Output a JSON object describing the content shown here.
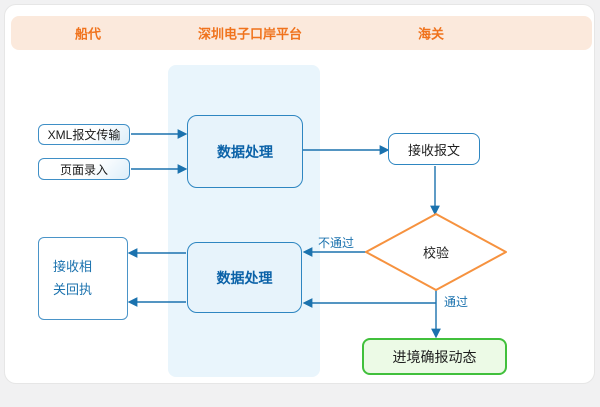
{
  "header": {
    "columns": [
      {
        "id": "shipping-agent",
        "label": "船代"
      },
      {
        "id": "platform",
        "label": "深圳电子口岸平台"
      },
      {
        "id": "customs",
        "label": "海关"
      }
    ]
  },
  "nodes": {
    "xml_transfer": "XML报文传输",
    "page_entry": "页面录入",
    "data_process_top": "数据处理",
    "receive_message": "接收报文",
    "validate": "校验",
    "data_process_bottom": "数据处理",
    "receive_receipt": "接收相\n关回执",
    "entry_confirm": "进境确报动态"
  },
  "edge_labels": {
    "fail": "不通过",
    "pass": "通过"
  },
  "colors": {
    "header_bg": "#fbe9dc",
    "header_text": "#f0731d",
    "band_bg": "#e9f5fc",
    "node_border_blue": "#2e86c1",
    "process_fill": "#e7f3fb",
    "process_text": "#0b62a8",
    "arrow": "#1b72ae",
    "diamond_border": "#f6923f",
    "green_border": "#41c03c",
    "green_fill": "#ecfae6"
  }
}
